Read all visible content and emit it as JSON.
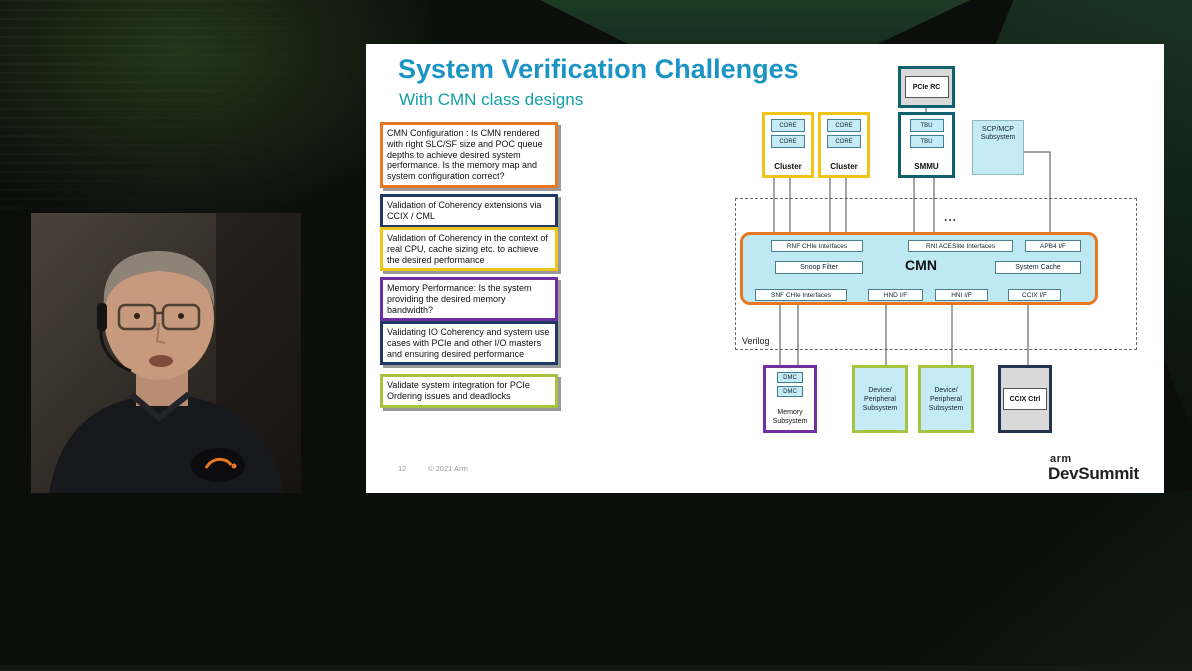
{
  "page": {
    "background_color": "#0b0e0b"
  },
  "slide": {
    "title": "System Verification Challenges",
    "subtitle": "With CMN class designs",
    "colors": {
      "title": "#1b93c5",
      "subtitle": "#13a0a2",
      "orange": "#e87722",
      "navy": "#203864",
      "yellow": "#f0c419",
      "purple": "#7030a0",
      "green": "#a6c23f",
      "teal_border": "#11606e",
      "cyan_fill": "#c5ecf6"
    },
    "challenges": [
      {
        "text": "CMN Configuration : Is CMN rendered with right SLC/SF size and POC queue depths to achieve desired system performance. Is the memory map and system configuration correct?",
        "border": "#e87722"
      },
      {
        "text": "Validation of Coherency extensions via CCIX / CML",
        "border": "#203864"
      },
      {
        "text": "Validation of Coherency in the context of real CPU, cache sizing etc. to achieve the desired performance",
        "border": "#f0c419"
      },
      {
        "text": "Memory Performance: Is the system providing the desired memory bandwidth?",
        "border": "#7030a0"
      },
      {
        "text": "Validating IO Coherency and system use cases with PCIe and other I/O masters and ensuring desired performance",
        "border": "#203864"
      },
      {
        "text": "Validate system integration for PCIe Ordering issues and deadlocks",
        "border": "#a6c23f"
      }
    ],
    "diagram": {
      "pcie_rc": "PCIe RC",
      "smmu": {
        "label": "SMMU",
        "tbu1": "TBU",
        "tbu2": "TBU"
      },
      "cluster1": {
        "label": "Cluster",
        "core1": "CORE",
        "core2": "CORE"
      },
      "cluster2": {
        "label": "Cluster",
        "core1": "CORE",
        "core2": "CORE"
      },
      "scp": "SCP/MCP Subsystem",
      "dots": "...",
      "verilog_label": "Verilog",
      "cmn": {
        "label": "CMN",
        "rnf": "RNF CHIe Interfaces",
        "rni": "RNI ACESlite Interfaces",
        "apb4": "APB4 I/F",
        "snoop": "Snoop Filter",
        "syscache": "System Cache",
        "snf": "SNF CHIe Interfaces",
        "hnd": "HND I/F",
        "hni": "HNI I/F",
        "ccix_if": "CCIX I/F"
      },
      "memory": {
        "label": "Memory Subsystem",
        "dmc1": "DMC",
        "dmc2": "DMC"
      },
      "device1": "Device/ Peripheral Subsystem",
      "device2": "Device/ Peripheral Subsystem",
      "ccix_ctrl": "CCIX Ctrl"
    },
    "footer": {
      "page_number": "12",
      "copyright": "© 2021 Arm"
    },
    "brand": {
      "arm": "arm",
      "devsummit": "DevSummit"
    }
  }
}
